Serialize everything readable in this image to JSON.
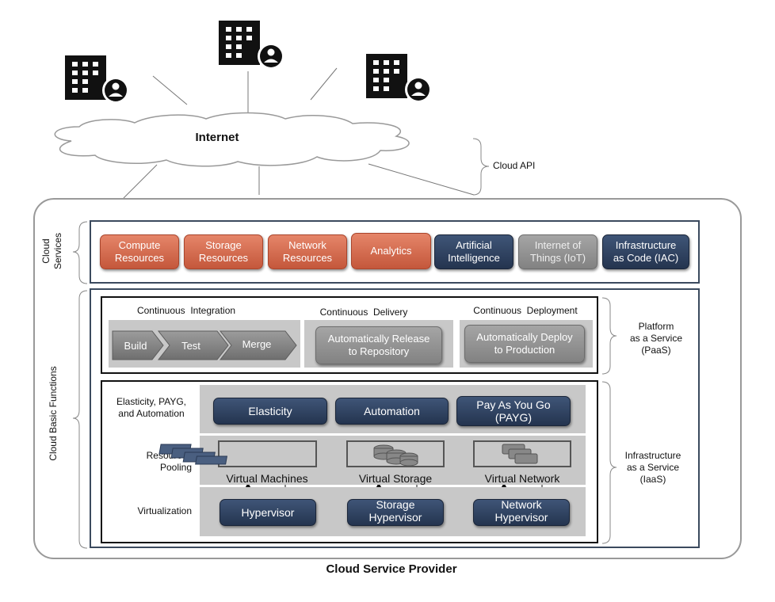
{
  "internet": {
    "label": "Internet"
  },
  "cloud_api": {
    "label": "Cloud API"
  },
  "provider": {
    "label": "Cloud Service Provider"
  },
  "side_labels": {
    "cloud_services": [
      "Cloud",
      "Services"
    ],
    "cloud_basic_functions": "Cloud Basic Functions",
    "paas": [
      "Platform",
      "as a Service",
      "(PaaS)"
    ],
    "iaas": [
      "Infrastructure",
      "as a Service",
      "(IaaS)"
    ]
  },
  "services": [
    {
      "label": [
        "Compute",
        "Resources"
      ],
      "style": "orange"
    },
    {
      "label": [
        "Storage",
        "Resources"
      ],
      "style": "orange"
    },
    {
      "label": [
        "Network",
        "Resources"
      ],
      "style": "orange"
    },
    {
      "label": [
        "Analytics"
      ],
      "style": "orange"
    },
    {
      "label": [
        "Artificial",
        "Intelligence"
      ],
      "style": "navy"
    },
    {
      "label": [
        "Internet of",
        "Things (IoT)"
      ],
      "style": "gray"
    },
    {
      "label": [
        "Infrastructure",
        "as Code (IAC)"
      ],
      "style": "navy"
    }
  ],
  "paas": {
    "ci": {
      "title": "Continuous  Integration",
      "steps": [
        "Build",
        "Test",
        "Merge"
      ]
    },
    "cd": {
      "title": "Continuous  Delivery",
      "box": [
        "Automatically Release",
        "to Repository"
      ]
    },
    "cdep": {
      "title": "Continuous  Deployment",
      "box": [
        "Automatically Deploy",
        "to Production"
      ]
    }
  },
  "iaas": {
    "row1": {
      "label": [
        "Elasticity, PAYG,",
        "and Automation"
      ],
      "items": [
        [
          "Elasticity"
        ],
        [
          "Automation"
        ],
        [
          "Pay As You Go",
          "(PAYG)"
        ]
      ]
    },
    "row2": {
      "label": [
        "Resources",
        "Pooling"
      ],
      "items": [
        "Virtual Machines",
        "Virtual Storage",
        "Virtual Network"
      ]
    },
    "row3": {
      "label": [
        "Virtualization"
      ],
      "items": [
        [
          "Hypervisor"
        ],
        [
          "Storage",
          "Hypervisor"
        ],
        [
          "Network",
          "Hypervisor"
        ]
      ]
    }
  }
}
